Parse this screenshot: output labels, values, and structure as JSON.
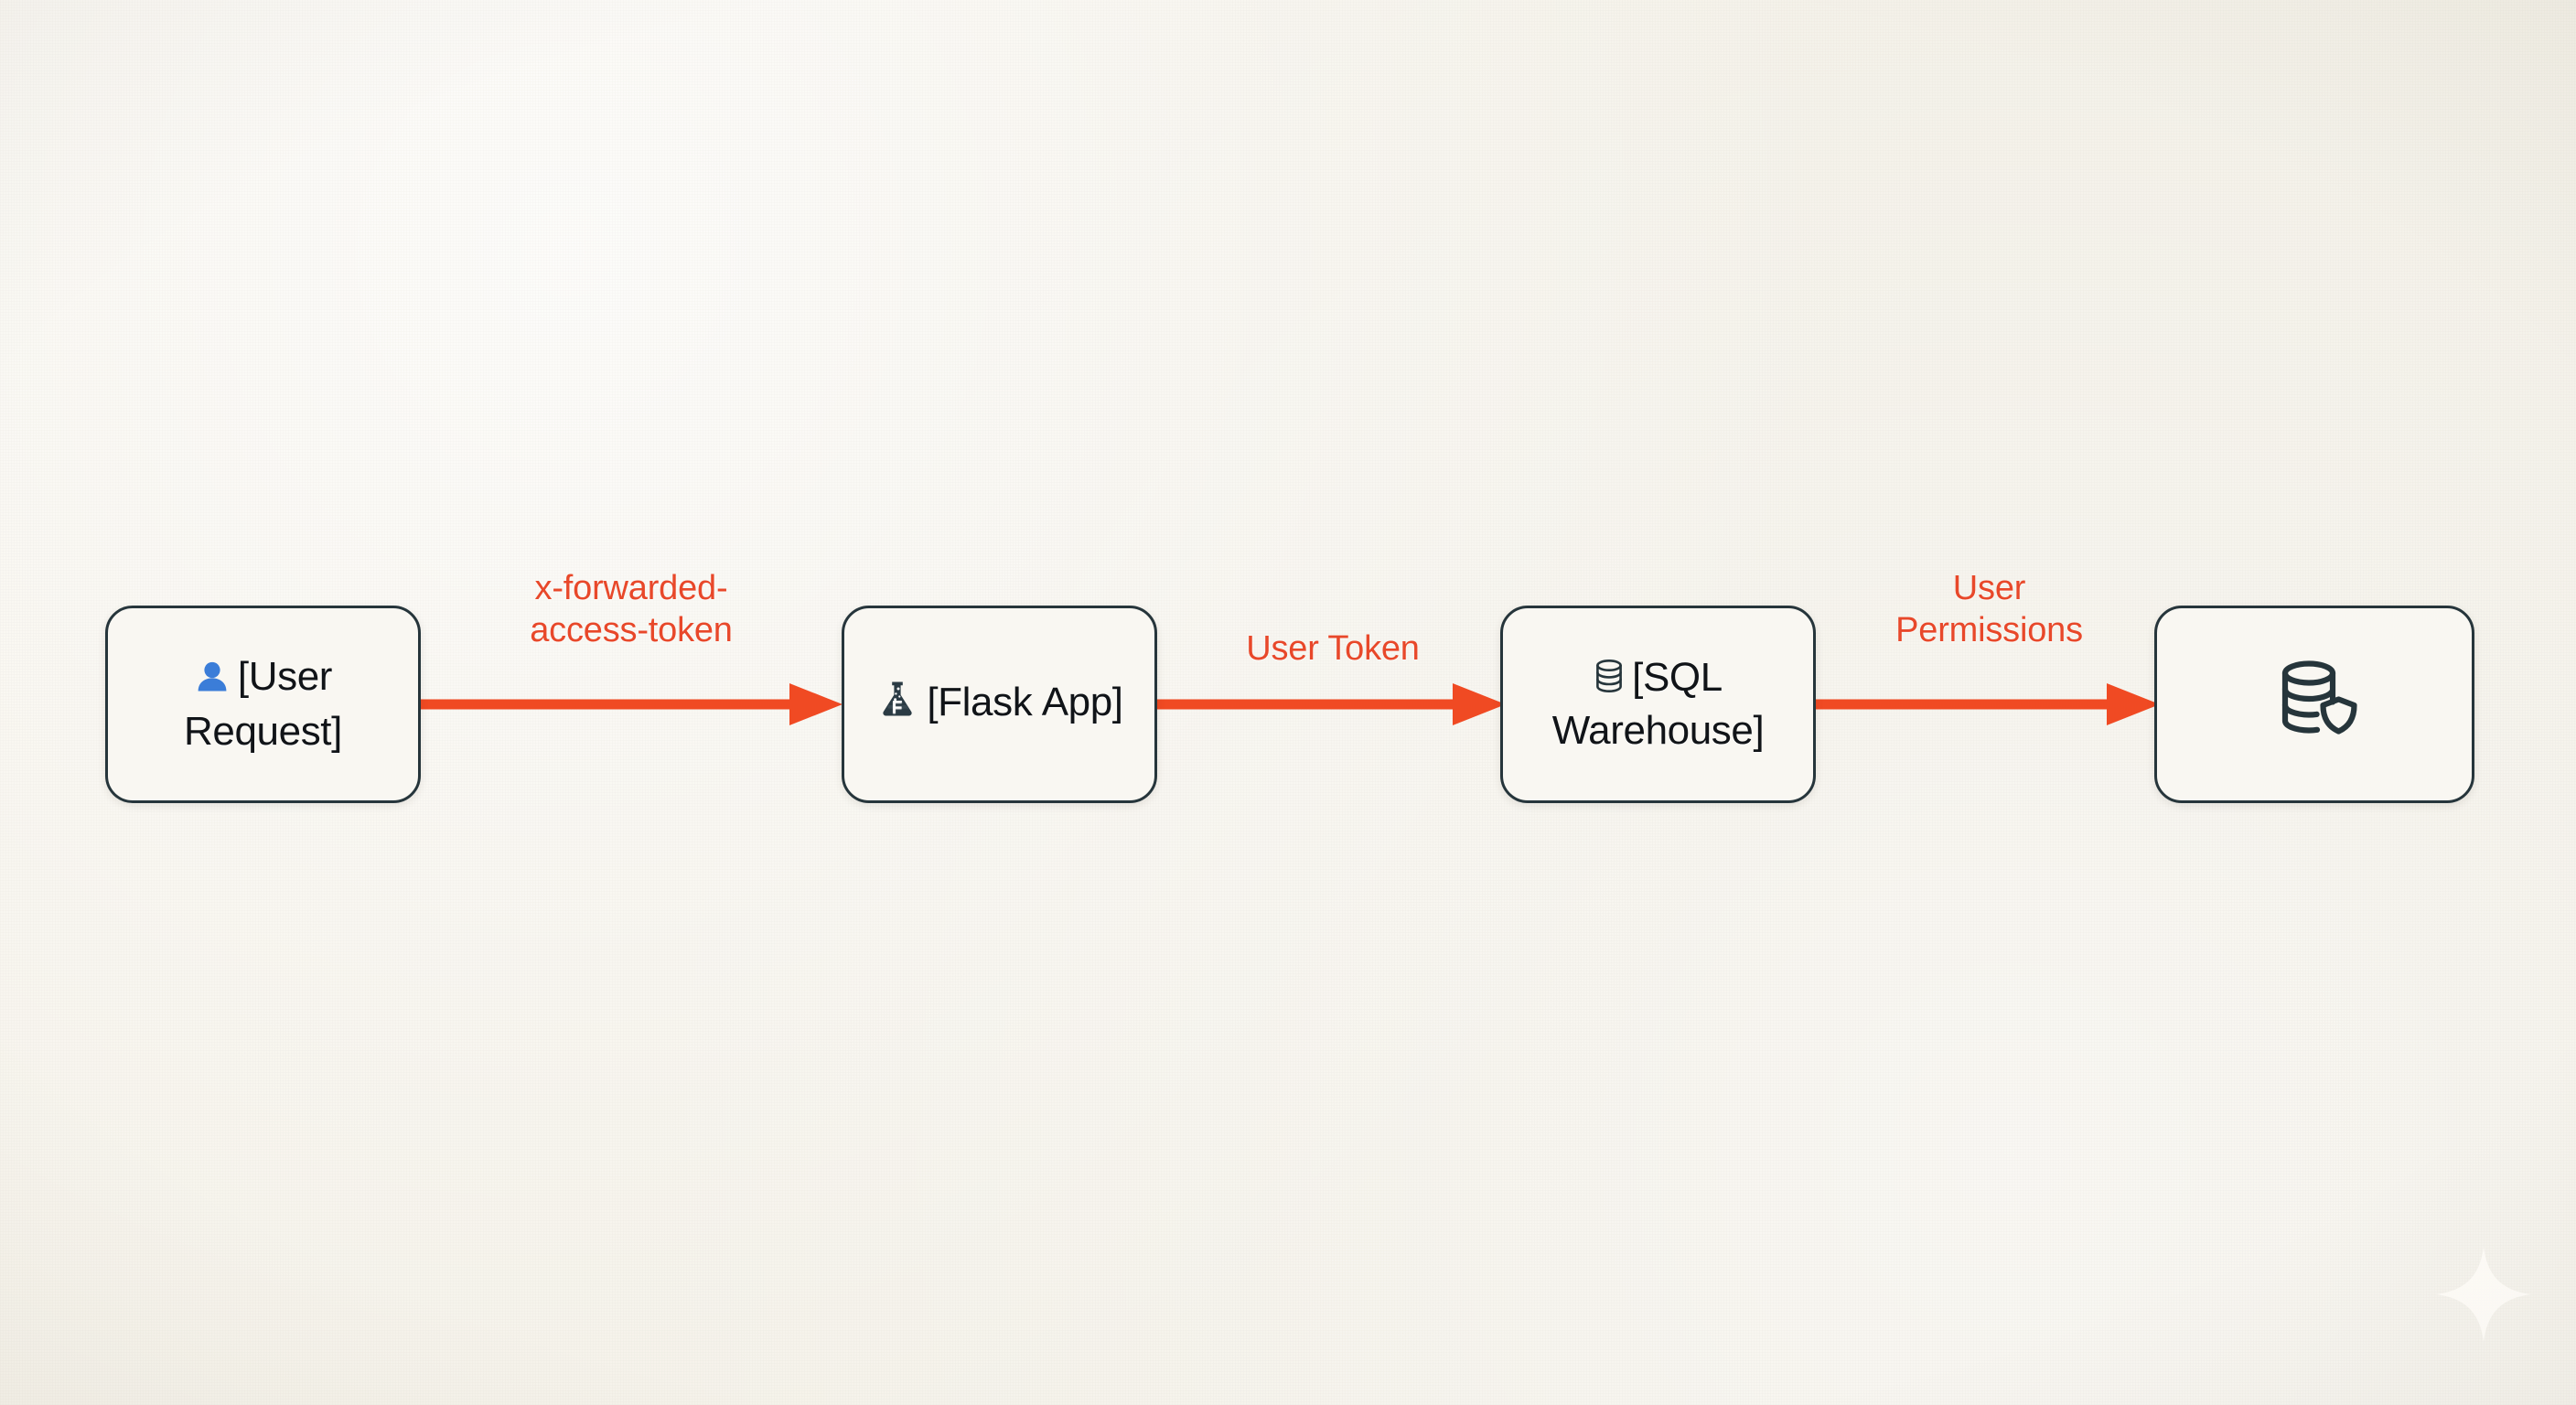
{
  "diagram": {
    "type": "flow",
    "direction": "left-to-right",
    "background_color": "#f5f2ea",
    "accent_color": "#e8482a",
    "node_border_color": "#26353b",
    "node_fill_color": "#f9f7f2",
    "nodes": [
      {
        "id": "user-request",
        "label": "[User\nRequest]",
        "icon": "person-icon",
        "icon_color": "#3b7dd8"
      },
      {
        "id": "flask-app",
        "label": "[Flask App]",
        "icon": "flask-icon",
        "icon_color": "#2b3b44"
      },
      {
        "id": "sql-warehouse",
        "label": "[SQL\nWarehouse]",
        "icon": "database-icon",
        "icon_color": "#26353b"
      },
      {
        "id": "secure-database",
        "label": "",
        "icon": "database-shield-icon",
        "icon_color": "#26353b"
      }
    ],
    "edges": [
      {
        "id": "edge-1",
        "from": "user-request",
        "to": "flask-app",
        "label": "x-forwarded-\naccess-token"
      },
      {
        "id": "edge-2",
        "from": "flask-app",
        "to": "sql-warehouse",
        "label": "User Token"
      },
      {
        "id": "edge-3",
        "from": "sql-warehouse",
        "to": "secure-database",
        "label": "User\nPermissions"
      }
    ],
    "watermark": {
      "icon": "sparkle-icon",
      "color": "#ffffff"
    }
  }
}
